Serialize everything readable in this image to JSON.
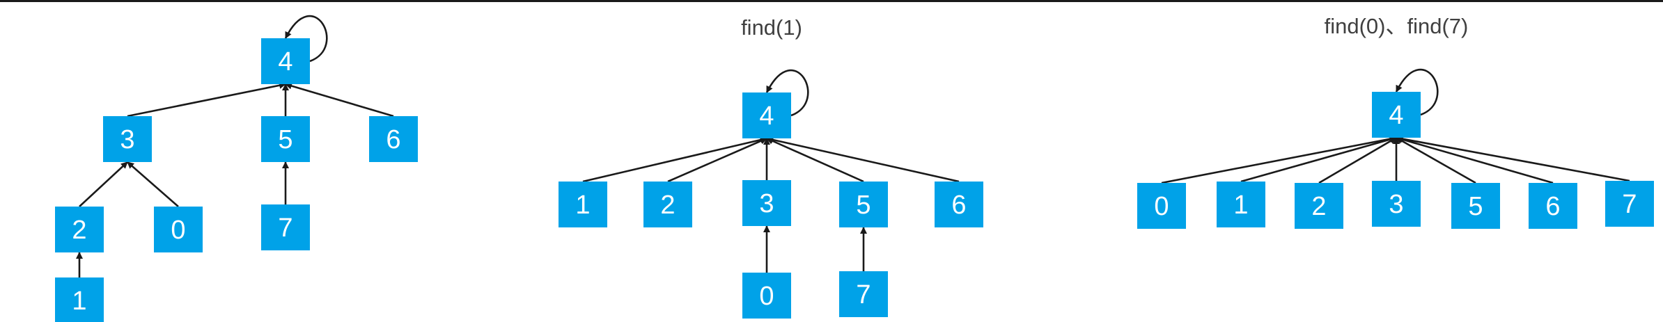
{
  "panels": [
    {
      "caption": "",
      "root": "4",
      "nodes": [
        "4",
        "3",
        "5",
        "6",
        "2",
        "0",
        "7",
        "1"
      ],
      "edges": [
        [
          "3",
          "4"
        ],
        [
          "5",
          "4"
        ],
        [
          "6",
          "4"
        ],
        [
          "2",
          "3"
        ],
        [
          "0",
          "3"
        ],
        [
          "7",
          "5"
        ],
        [
          "1",
          "2"
        ]
      ]
    },
    {
      "caption": "find(1)",
      "root": "4",
      "nodes": [
        "4",
        "1",
        "2",
        "3",
        "5",
        "6",
        "0",
        "7"
      ],
      "edges": [
        [
          "1",
          "4"
        ],
        [
          "2",
          "4"
        ],
        [
          "3",
          "4"
        ],
        [
          "5",
          "4"
        ],
        [
          "6",
          "4"
        ],
        [
          "0",
          "3"
        ],
        [
          "7",
          "5"
        ]
      ]
    },
    {
      "caption": "find(0)、find(7)",
      "root": "4",
      "nodes": [
        "4",
        "0",
        "1",
        "2",
        "3",
        "5",
        "6",
        "7"
      ],
      "edges": [
        [
          "0",
          "4"
        ],
        [
          "1",
          "4"
        ],
        [
          "2",
          "4"
        ],
        [
          "3",
          "4"
        ],
        [
          "5",
          "4"
        ],
        [
          "6",
          "4"
        ],
        [
          "7",
          "4"
        ]
      ]
    }
  ],
  "colors": {
    "node": "#00a2e8",
    "label": "#ffffff",
    "edge": "#1a1a1a",
    "caption": "#404040"
  }
}
